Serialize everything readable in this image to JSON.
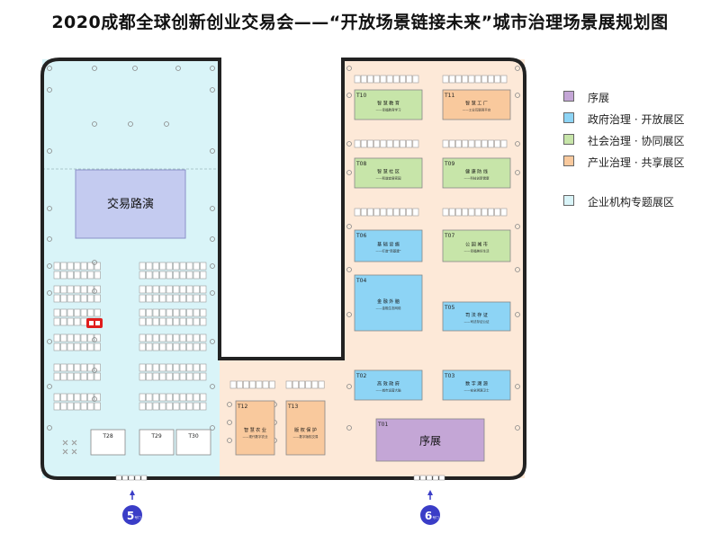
{
  "title": "2020成都全球创新创业交易会——“开放场景链接未来”城市治理场景展规划图",
  "colors": {
    "prelude": "#c4a6d6",
    "government": "#8dd4f5",
    "social": "#c7e5a9",
    "industry": "#f9c99d",
    "enterprise": "#d9f4f8",
    "industry_floor": "#fde9d8",
    "roadshow": "#c4cbf0",
    "entrance": "#3a3dc7",
    "highlight": "#e01d1d"
  },
  "halls": {
    "roadshow": "交易路演",
    "left_booths": [
      "T28",
      "T29",
      "T30"
    ]
  },
  "zones": [
    {
      "id": "T10",
      "name": "智 慧 教 育",
      "sub": "——幸福教育学习",
      "type": "social"
    },
    {
      "id": "T11",
      "name": "智 慧 工 厂",
      "sub": "——工业互联网平台",
      "type": "industry"
    },
    {
      "id": "T08",
      "name": "智 慧 社 区",
      "sub": "——和谐宜居家园",
      "type": "social"
    },
    {
      "id": "T09",
      "name": "健 康 防 线",
      "sub": "——科技创新健康",
      "type": "social"
    },
    {
      "id": "T06",
      "name": "基 础 设 施",
      "sub": "——打造“新基建”",
      "type": "government"
    },
    {
      "id": "T07",
      "name": "公 园 城 市",
      "sub": "——幸福美好生活",
      "type": "social"
    },
    {
      "id": "T04",
      "name": "金 融 外 脑",
      "sub": "——金融生态网络",
      "type": "government"
    },
    {
      "id": "T05",
      "name": "司 法 存 证",
      "sub": "——司法存证公证",
      "type": "government"
    },
    {
      "id": "T02",
      "name": "高 效 政 府",
      "sub": "——城市运营大脑",
      "type": "government"
    },
    {
      "id": "T03",
      "name": "数 字 溯 源",
      "sub": "——安全溯源卫士",
      "type": "government"
    },
    {
      "id": "T12",
      "name": "智 慧 农 业",
      "sub": "——现代数字农业",
      "type": "industry"
    },
    {
      "id": "T13",
      "name": "版 权 保 护",
      "sub": "——数字版权交易",
      "type": "industry"
    },
    {
      "id": "T01",
      "name": "序展",
      "sub": "",
      "type": "prelude"
    }
  ],
  "entrances": [
    {
      "number": "5",
      "label": "号门"
    },
    {
      "number": "6",
      "label": "号门"
    }
  ],
  "legend": [
    {
      "label": "序展",
      "color": "#c4a6d6"
    },
    {
      "label": "政府治理 · 开放展区",
      "color": "#8dd4f5"
    },
    {
      "label": "社会治理 · 协同展区",
      "color": "#c7e5a9"
    },
    {
      "label": "产业治理 · 共享展区",
      "color": "#f9c99d"
    },
    {
      "label": "企业机构专题展区",
      "color": "#d9f4f8"
    }
  ]
}
